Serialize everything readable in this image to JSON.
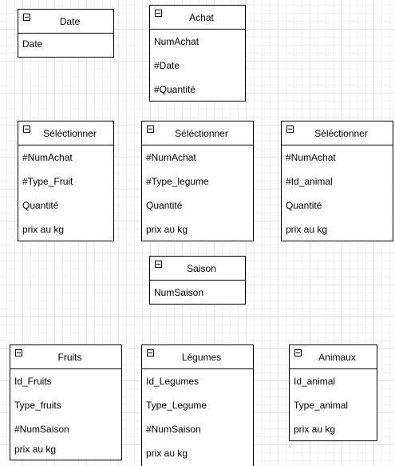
{
  "entities": [
    {
      "id": "date",
      "title": "Date",
      "attributes": [
        "Date"
      ]
    },
    {
      "id": "achat",
      "title": "Achat",
      "attributes": [
        "NumAchat",
        "#Date",
        "#Quantité"
      ]
    },
    {
      "id": "selectionner-fruit",
      "title": "Séléctionner",
      "attributes": [
        "#NumAchat",
        "#Type_Fruit",
        "Quantité",
        "prix au kg"
      ]
    },
    {
      "id": "selectionner-legume",
      "title": "Séléctionner",
      "attributes": [
        "#NumAchat",
        "#Type_legume",
        "Quantité",
        "prix au kg"
      ]
    },
    {
      "id": "selectionner-animal",
      "title": "Séléctionner",
      "attributes": [
        "#NumAchat",
        "#Id_animal",
        "Quantité",
        "prix au kg"
      ]
    },
    {
      "id": "saison",
      "title": "Saison",
      "attributes": [
        "NumSaison"
      ]
    },
    {
      "id": "fruits",
      "title": "Fruits",
      "attributes": [
        "Id_Fruits",
        "Type_fruits",
        "#NumSaison",
        "prix au kg"
      ]
    },
    {
      "id": "legumes",
      "title": "Légumes",
      "attributes": [
        "Id_Legumes",
        "Type_Legume",
        "#NumSaison",
        "prix au kg"
      ]
    },
    {
      "id": "animaux",
      "title": "Animaux",
      "attributes": [
        "Id_animal",
        "Type_animal",
        "prix au kg"
      ]
    }
  ]
}
